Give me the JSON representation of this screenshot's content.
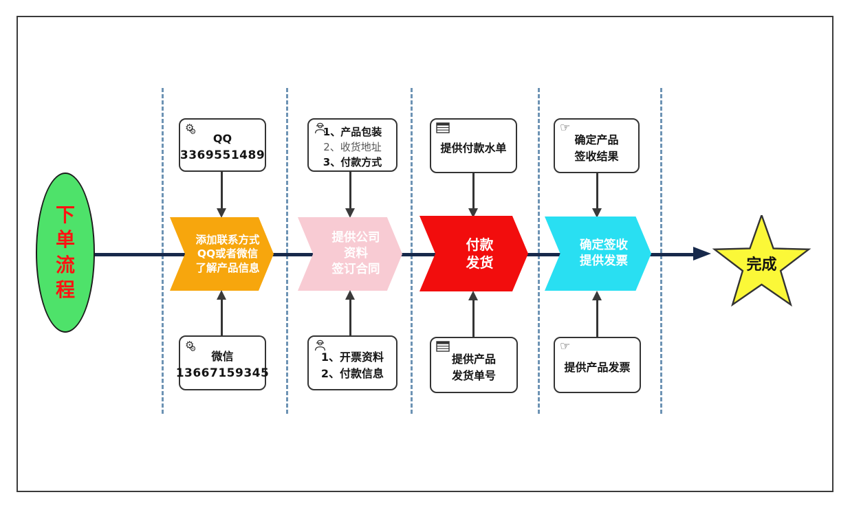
{
  "diagram": {
    "start": {
      "label": "下\n单\n流\n程"
    },
    "end": {
      "label": "完成"
    },
    "steps": [
      {
        "chevron_label": "添加联系方式\nQQ或者微信\n了解产品信息",
        "chevron_color": "#F7A60D",
        "top_box": {
          "icon": "gears-icon",
          "lines": [
            "QQ",
            "3369551489"
          ]
        },
        "bottom_box": {
          "icon": "gears-icon",
          "lines": [
            "微信",
            "13667159345"
          ]
        }
      },
      {
        "chevron_label": "提供公司\n资料\n签订合同",
        "chevron_color": "#F8CBD3",
        "top_box": {
          "icon": "worker-icon",
          "lines": [
            "1、产品包装",
            "2、收货地址",
            "3、付款方式"
          ]
        },
        "bottom_box": {
          "icon": "worker-icon",
          "lines": [
            "1、开票资料",
            "2、付款信息"
          ]
        }
      },
      {
        "chevron_label": "付款\n发货",
        "chevron_color": "#F20D0D",
        "top_box": {
          "icon": "table-icon",
          "lines": [
            "提供付款水单"
          ]
        },
        "bottom_box": {
          "icon": "table-icon",
          "lines": [
            "提供产品",
            "发货单号"
          ]
        }
      },
      {
        "chevron_label": "确定签收\n提供发票",
        "chevron_color": "#29DFF2",
        "top_box": {
          "icon": "hand-icon",
          "lines": [
            "确定产品",
            "签收结果"
          ]
        },
        "bottom_box": {
          "icon": "hand-icon",
          "lines": [
            "提供产品发票"
          ]
        }
      }
    ],
    "colors": {
      "start_fill": "#4EE26A",
      "start_text": "#FF1212",
      "end_fill": "#FBF838",
      "main_line": "#17294B",
      "dashed_line": "#6D93B4",
      "box_border": "#333333",
      "chevron_text": "#FFFFFF"
    }
  }
}
